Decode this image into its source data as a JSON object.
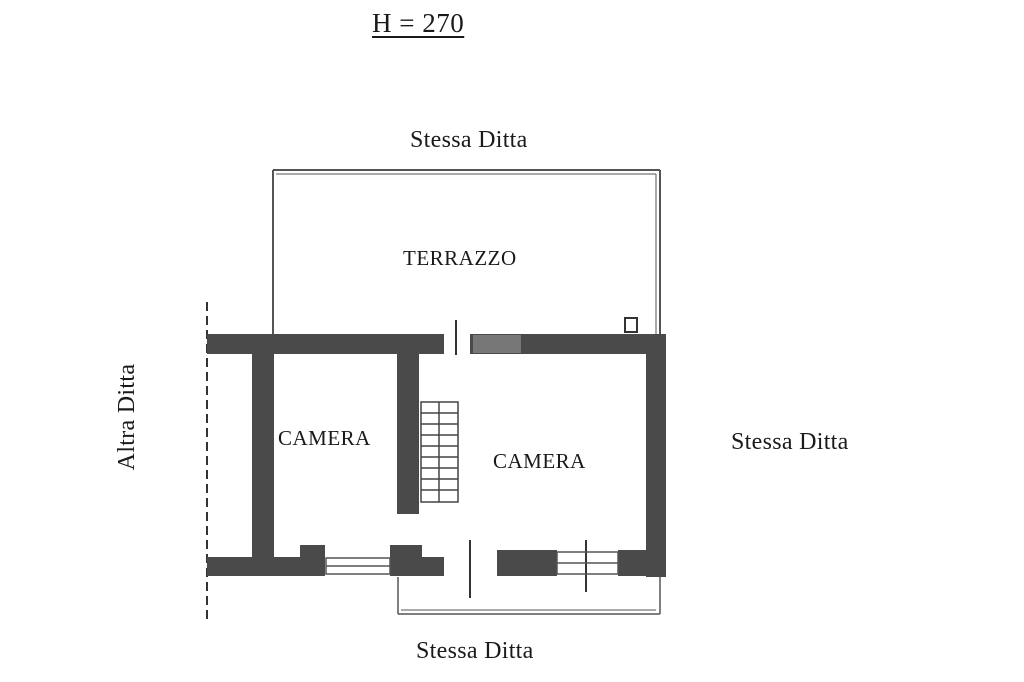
{
  "drawing": {
    "height_label": "H = 270",
    "neighbors": {
      "top": "Stessa Ditta",
      "right": "Stessa Ditta",
      "bottom": "Stessa Ditta",
      "left": "Altra Ditta"
    },
    "rooms": {
      "terrace": "TERRAZZO",
      "bedroom_left": "CAMERA",
      "bedroom_right": "CAMERA"
    },
    "colors": {
      "wall": "#4a4a4a",
      "line": "#555555",
      "text": "#1a1a1a"
    }
  }
}
